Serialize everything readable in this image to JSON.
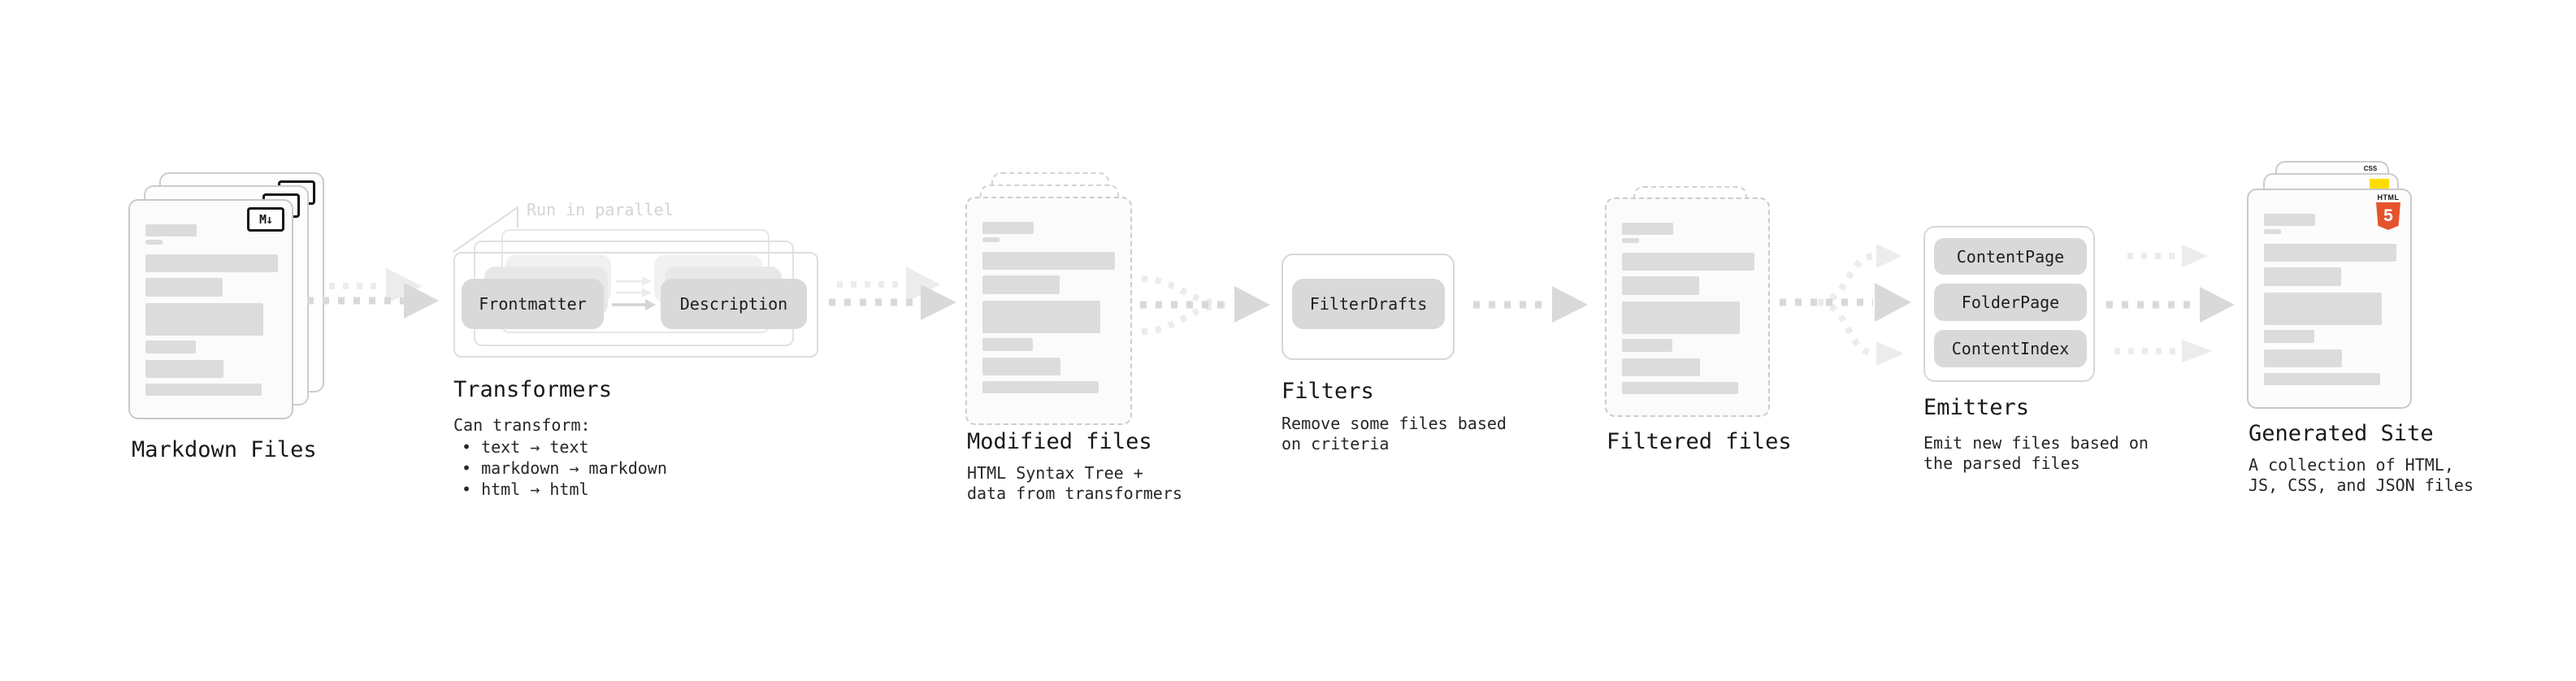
{
  "stages": {
    "markdown_files": {
      "label": "Markdown Files",
      "badge": "M↓"
    },
    "transformers": {
      "label": "Transformers",
      "note": "Run in parallel",
      "node_frontmatter": "Frontmatter",
      "node_description": "Description",
      "desc_intro": "Can transform:",
      "bullets": [
        "• text → text",
        "• markdown → markdown",
        "• html → html"
      ]
    },
    "modified_files": {
      "label": "Modified files",
      "desc_line1": "HTML Syntax Tree +",
      "desc_line2": "data from transformers"
    },
    "filters": {
      "label": "Filters",
      "node_filterdrafts": "FilterDrafts",
      "desc_line1": "Remove some files based",
      "desc_line2": "on criteria"
    },
    "filtered_files": {
      "label": "Filtered files"
    },
    "emitters": {
      "label": "Emitters",
      "nodes": [
        "ContentPage",
        "FolderPage",
        "ContentIndex"
      ],
      "desc_line1": "Emit new files based on",
      "desc_line2": "the parsed files"
    },
    "generated_site": {
      "label": "Generated Site",
      "desc_line1": "A collection of HTML,",
      "desc_line2": "JS, CSS, and JSON files",
      "badge_css": "CSS",
      "badge_html_top": "HTML",
      "badge_html_glyph": "5"
    }
  },
  "colors": {
    "arrow_gray": "#d9d9d9",
    "arrow_faint": "#ececec",
    "node_fill": "#d9d9d9",
    "skeleton": "#dcdcdc",
    "note_gray": "#d4d4d4",
    "html5_orange": "#e5532e",
    "js_yellow": "#ffdd00",
    "css_blue": "#2f6af0"
  }
}
